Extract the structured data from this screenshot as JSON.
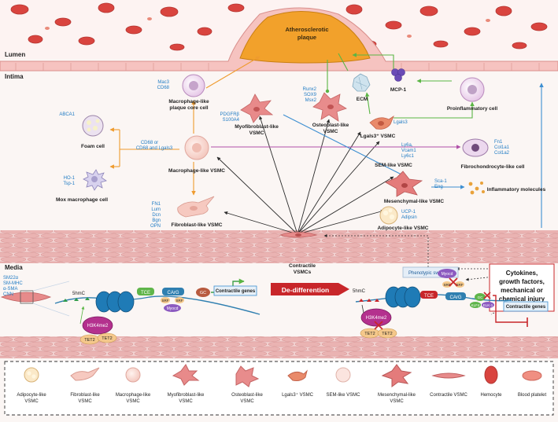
{
  "regions": {
    "lumen": "Lumen",
    "intima": "Intima",
    "media": "Media"
  },
  "plaque": {
    "line1": "Atherosclerotic",
    "line2": "plaque"
  },
  "cells": {
    "ecm": "ECM",
    "mcp1": "MCP-1",
    "proinflammatory": "Proinflammatory cell",
    "macrophage_core_l1": "Macrophage-like",
    "macrophage_core_l2": "plaque core cell",
    "foam": "Foam cell",
    "mox_macrophage": "Mox macrophage cell",
    "macrophage_like": "Macrophage-like VSMC",
    "fibroblast_like": "Fibroblast-like VSMC",
    "myofibroblast_l1": "Myofibroblast-like",
    "myofibroblast_l2": "VSMC",
    "osteoblast_l1": "Osteoblast-like",
    "osteoblast_l2": "VSMC",
    "lgals3": "Lgals3⁺ VSMC",
    "sem_like": "SEM-like VSMC",
    "fibrochondrocyte": "Fibrochondrocyte-like cell",
    "mesenchymal": "Mesenchymal-like VSMC",
    "inflammatory_molecules": "Inflammatory molecules",
    "adipocyte": "Adipocyte-like VSMC",
    "contractile_l1": "Contractile",
    "contractile_l2": "VSMCs"
  },
  "markers": {
    "mac3": "Mac3",
    "cd68": "CD68",
    "pdgfrb": "PDGFRβ",
    "s100a4": "S100A4",
    "runx2": "Runx2",
    "sox9": "SOX9",
    "msx2": "Msx2",
    "lgals3": "Lgals3",
    "abca1": "ABCA1",
    "cd68_or_l1": "CD68  or",
    "cd68_or_l2": "CD68 and Lgals3",
    "ho1": "HO-1",
    "tsp1": "Tsp-1",
    "ly6a": "Ly6a,",
    "vcam1": "Vcam1",
    "ly6c1": "Ly6c1",
    "fn1_fc": "Fn1",
    "col1a1": "Col1a1",
    "col1a2": "Col1a2",
    "sca1": "Sca-1",
    "eng": "Eng",
    "fn1": "FN1",
    "lum": "Lum",
    "dcn": "Dcn",
    "bgn": "Bgn",
    "opn": "OPN",
    "ucp1": "UCP-1",
    "adipsin": "Adipsin",
    "sm22a": "SM22α",
    "smmhc": "SM-MHC",
    "asma": "α-SMA",
    "cnn": "CNN"
  },
  "mechanism": {
    "phenotypic_switching": "Phenotypic switching",
    "stimuli_l1": "Cytokines,",
    "stimuli_l2": "growth factors,",
    "stimuli_l3": "mechanical or",
    "stimuli_l4": "chemical injury",
    "dedifferentiation": "De-differention",
    "contractile_genes": "Contractile genes",
    "contractile_genes_2": "Contractile genes",
    "fivehmc": "5hmC",
    "fivehmc_2": "5hmC",
    "h3k4me2": "H3K4me2",
    "h3k4me2_2": "H3K4me2",
    "tet2": "TET2",
    "tce": "TCE",
    "carg": "CArG",
    "srf": "SRF",
    "myocd": "Myocd",
    "gc": "GC",
    "tce_2": "TCE",
    "carg_2": "CArG",
    "myocd_2": "Myocd",
    "srf_2": "SRF",
    "klf4": "KLF4",
    "elk1": "ELK-1",
    "gc_2": "GC"
  },
  "legend": [
    "Adipocyte-like\nVSMC",
    "Fibroblast-like\nVSMC",
    "Macrophage-like\nVSMC",
    "Myofibroblast-like\nVSMC",
    "Osteoblast-like\nVSMC",
    "Lgals3⁺ VSMC",
    "SEM-like VSMC",
    "Mesenchymal-like\nVSMC",
    "Contractile VSMC",
    "Hemocyte",
    "Blood platelet"
  ],
  "colors": {
    "marker_blue": "#1f7bc4",
    "arrow_orange": "#ef9b2e",
    "arrow_green": "#5ab544",
    "arrow_magenta": "#b04fa8",
    "arrow_blue": "#3d8fd1",
    "plaque": "#f2a12b",
    "rbc": "#d9443f",
    "red_banner": "#c8262a"
  }
}
